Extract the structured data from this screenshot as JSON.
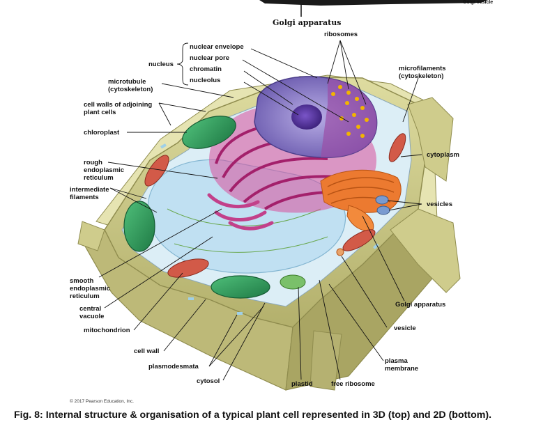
{
  "top_fragment": {
    "label": "Golgi apparatus",
    "cut_text": "Golgi vesicle"
  },
  "labels": {
    "ribosomes": "ribosomes",
    "nucleus": "nucleus",
    "nuclear_envelope": "nuclear envelope",
    "nuclear_pore": "nuclear pore",
    "chromatin": "chromatin",
    "nucleolus": "nucleolus",
    "microtubule": "microtubule",
    "microtubule_sub": "(cytoskeleton)",
    "microfilaments": "microfilaments",
    "microfilaments_sub": "(cytoskeleton)",
    "cell_walls_1": "cell walls of adjoining",
    "cell_walls_2": "plant cells",
    "chloroplast": "chloroplast",
    "rough_er_1": "rough",
    "rough_er_2": "endoplasmic",
    "rough_er_3": "reticulum",
    "intermediate_1": "intermediate",
    "intermediate_2": "filaments",
    "cytoplasm": "cytoplasm",
    "vesicles": "vesicles",
    "smooth_er_1": "smooth",
    "smooth_er_2": "endoplasmic",
    "smooth_er_3": "reticulum",
    "central_vacuole_1": "central",
    "central_vacuole_2": "vacuole",
    "mitochondrion": "mitochondrion",
    "cell_wall": "cell wall",
    "plasmodesmata": "plasmodesmata",
    "cytosol": "cytosol",
    "plastid": "plastid",
    "free_ribosome": "free ribosome",
    "plasma_membrane_1": "plasma",
    "plasma_membrane_2": "membrane",
    "vesicle": "vesicle",
    "golgi_apparatus": "Golgi apparatus"
  },
  "credit": "© 2017 Pearson Education, Inc.",
  "caption": "Fig. 8:  Internal structure & organisation of a typical plant cell represented in 3D (top) and 2D (bottom).",
  "colors": {
    "cell_wall": "#c8c68a",
    "cell_wall_dark": "#8f8c4e",
    "cytoplasm": "#dceef6",
    "vacuole": "#bfe0f2",
    "nucleus": "#8c7cc8",
    "nucleolus": "#4a2f8a",
    "rough_er": "#c43c8c",
    "golgi": "#ec7a30",
    "chloroplast": "#2f9a5a",
    "mitochondrion": "#c8483c"
  }
}
